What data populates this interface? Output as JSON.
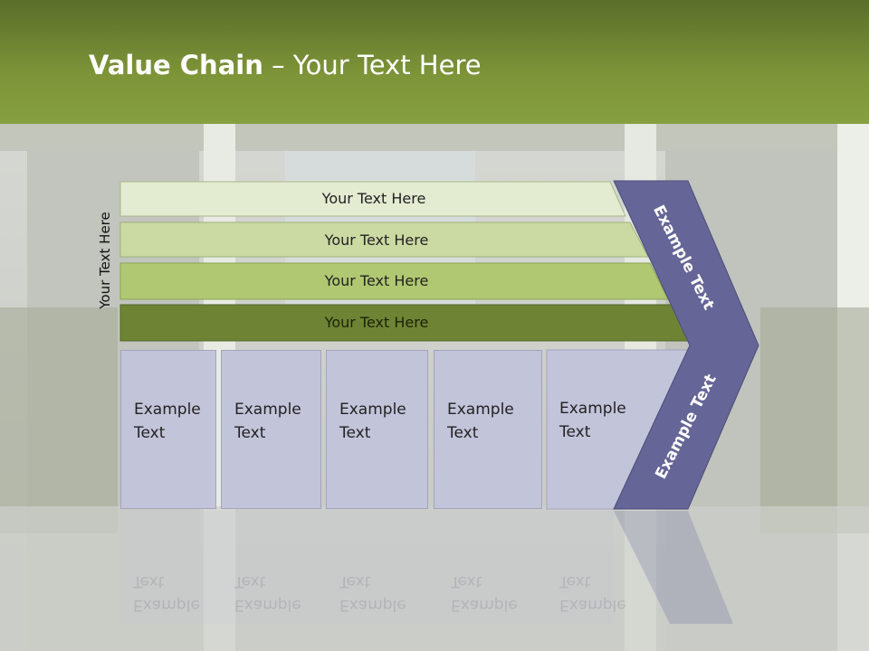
{
  "slide": {
    "title_bold": "Value Chain",
    "title_rest": " – Your Text Here",
    "side_label": "Your Text Here",
    "bars": [
      {
        "label": "Your Text Here",
        "color": "#e3ebd1"
      },
      {
        "label": "Your Text Here",
        "color": "#cbdaa3"
      },
      {
        "label": "Your Text Here",
        "color": "#b0c872"
      },
      {
        "label": "Your Text Here",
        "color": "#6e8434"
      }
    ],
    "boxes": [
      {
        "line1": "Example",
        "line2": "Text"
      },
      {
        "line1": "Example",
        "line2": "Text"
      },
      {
        "line1": "Example",
        "line2": "Text"
      },
      {
        "line1": "Example",
        "line2": "Text"
      },
      {
        "line1": "Example",
        "line2": "Text"
      }
    ],
    "chevron_top": "Example Text",
    "chevron_bottom": "Example Text",
    "colors": {
      "header": "#7d9438",
      "chevron": "#656597",
      "box": "#c2c4da"
    }
  }
}
